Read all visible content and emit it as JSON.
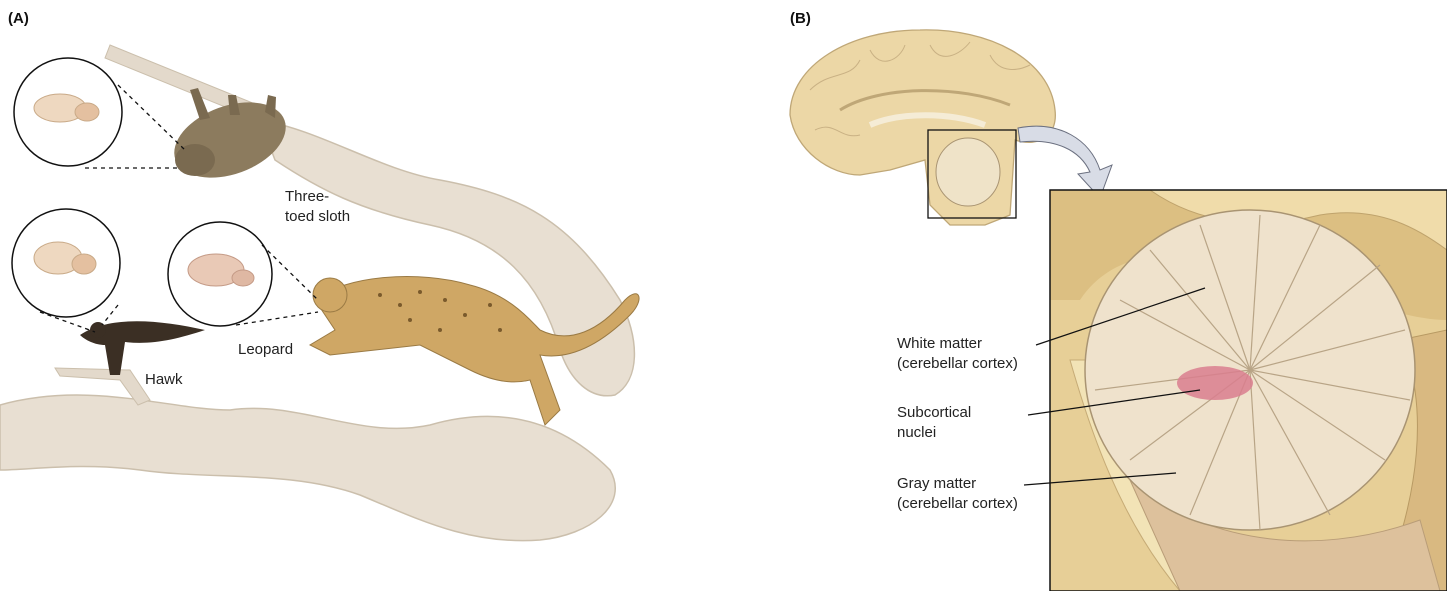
{
  "panel_a": {
    "letter": "(A)",
    "labels": {
      "sloth": [
        "Three-",
        "toed sloth"
      ],
      "leopard": "Leopard",
      "hawk": "Hawk"
    }
  },
  "panel_b": {
    "letter": "(B)",
    "labels": {
      "white_matter": [
        "White matter",
        "(cerebellar cortex)"
      ],
      "subcortical": [
        "Subcortical",
        "nuclei"
      ],
      "gray_matter": [
        "Gray matter",
        "(cerebellar cortex)"
      ]
    }
  },
  "colors": {
    "branch": "#e6ddd0",
    "branch_edge": "#c9bda9",
    "brain_tan": "#ecd7a6",
    "brain_edge": "#bfa777",
    "nuclei_pink": "#d97e8e",
    "arrow": "#d8dce6"
  }
}
